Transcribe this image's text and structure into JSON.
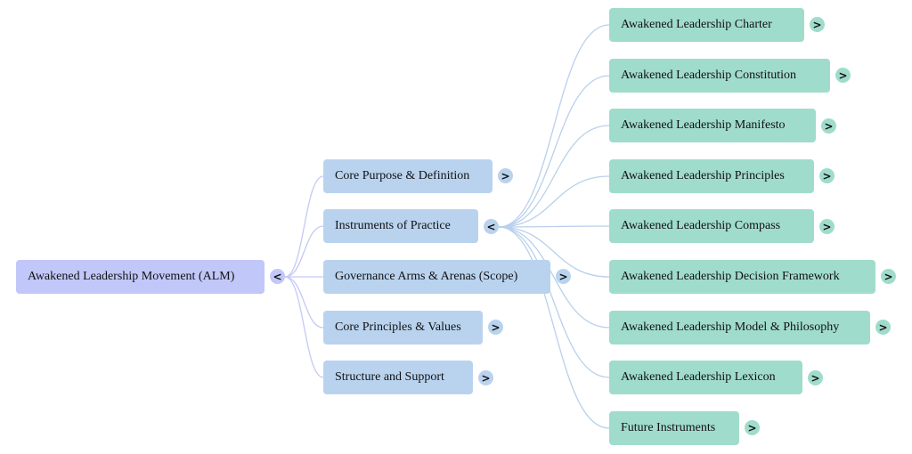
{
  "root": {
    "label": "Awakened Leadership Movement (ALM)",
    "toggle": "<"
  },
  "branches": [
    {
      "label": "Core Purpose & Definition",
      "toggle": ">"
    },
    {
      "label": "Instruments of Practice",
      "toggle": "<"
    },
    {
      "label": "Governance Arms & Arenas (Scope)",
      "toggle": ">"
    },
    {
      "label": "Core Principles & Values",
      "toggle": ">"
    },
    {
      "label": "Structure and Support",
      "toggle": ">"
    }
  ],
  "instruments": [
    {
      "label": "Awakened Leadership Charter",
      "toggle": ">"
    },
    {
      "label": "Awakened Leadership Constitution",
      "toggle": ">"
    },
    {
      "label": "Awakened Leadership Manifesto",
      "toggle": ">"
    },
    {
      "label": "Awakened Leadership Principles",
      "toggle": ">"
    },
    {
      "label": "Awakened Leadership Compass",
      "toggle": ">"
    },
    {
      "label": "Awakened Leadership Decision Framework",
      "toggle": ">"
    },
    {
      "label": "Awakened Leadership Model & Philosophy",
      "toggle": ">"
    },
    {
      "label": "Awakened Leadership Lexicon",
      "toggle": ">"
    },
    {
      "label": "Future Instruments",
      "toggle": ">"
    }
  ],
  "colors": {
    "root": "#c1c7f9",
    "branch": "#b9d3ef",
    "leaf": "#a0dccc",
    "root_link": "#c5c9f5",
    "leaf_link": "#b9d0ec"
  }
}
